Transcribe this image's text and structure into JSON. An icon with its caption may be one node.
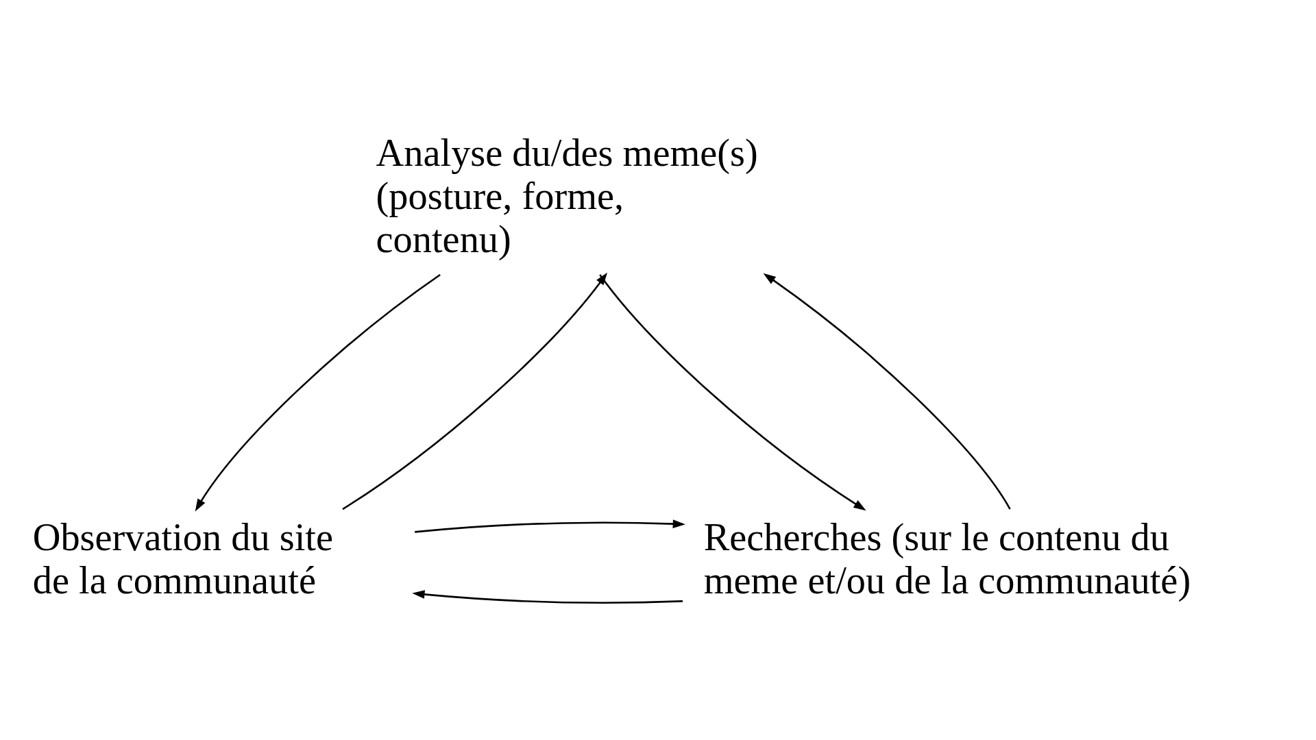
{
  "diagram": {
    "nodes": [
      {
        "text": [
          "Analyse du/des meme(s) (posture, forme, contenu)"
        ]
      },
      {
        "text": [
          "Observation du site de la communauté"
        ]
      },
      {
        "text": [
          "Recherches (sur le contenu du meme et/ou de la communauté)"
        ]
      }
    ],
    "edges": [
      {
        "from": 1,
        "to": 0,
        "arrow": "to"
      },
      {
        "from": 0,
        "to": 1,
        "arrow": "to"
      },
      {
        "from": 0,
        "to": 2,
        "arrow": "to"
      },
      {
        "from": 2,
        "to": 0,
        "arrow": "to"
      },
      {
        "from": 2,
        "to": 1,
        "arrow": "to"
      },
      {
        "from": 1,
        "to": 2,
        "arrow": "to"
      }
    ]
  }
}
